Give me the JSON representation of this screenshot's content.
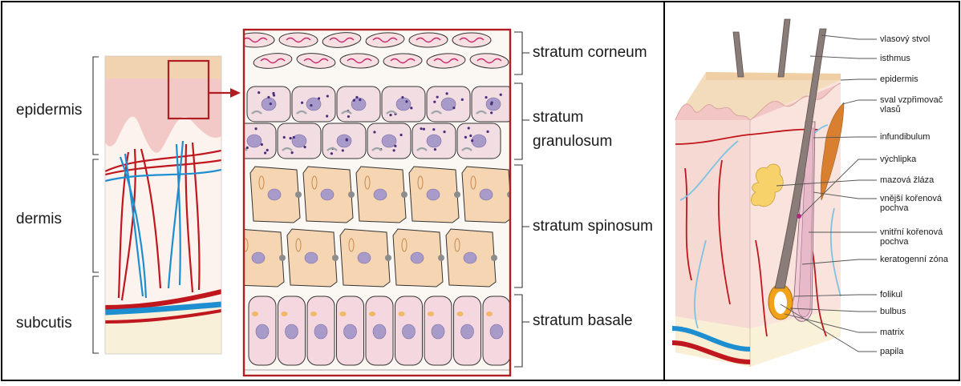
{
  "left_panel": {
    "epidermis": "epidermis",
    "dermis": "dermis",
    "subcutis": "subcutis"
  },
  "middle_panel": {
    "corneum": "stratum corneum",
    "granulosum_1": "stratum",
    "granulosum_2": "granulosum",
    "spinosum": "stratum spinosum",
    "basale": "stratum basale"
  },
  "right_panel": {
    "labels": [
      {
        "lines": [
          "vlasový stvol"
        ]
      },
      {
        "lines": [
          "isthmus"
        ]
      },
      {
        "lines": [
          "epidermis"
        ]
      },
      {
        "lines": [
          "sval vzpřimovač",
          "vlasů"
        ]
      },
      {
        "lines": [
          "infundibulum"
        ]
      },
      {
        "lines": [
          "výchlipka"
        ]
      },
      {
        "lines": [
          "mazová žláza"
        ]
      },
      {
        "lines": [
          "vnější kořenová",
          "pochva"
        ]
      },
      {
        "lines": [
          "vnitřní kořenová",
          "pochva"
        ]
      },
      {
        "lines": [
          "keratogenní zóna"
        ]
      },
      {
        "lines": [
          "folikul"
        ]
      },
      {
        "lines": [
          "bulbus"
        ]
      },
      {
        "lines": [
          "matrix"
        ]
      },
      {
        "lines": [
          "papila"
        ]
      }
    ]
  },
  "colors": {
    "frame": "#000000",
    "zoom_box": "#b01e23",
    "artery": "#c0161d",
    "vein": "#1d8fd1",
    "vein_light": "#7ec3e3",
    "skin_pink": "#f4cfc9",
    "cell_orange": "#f6d5b2",
    "nucleus": "#a99bc9",
    "fat": "#faedc7"
  }
}
